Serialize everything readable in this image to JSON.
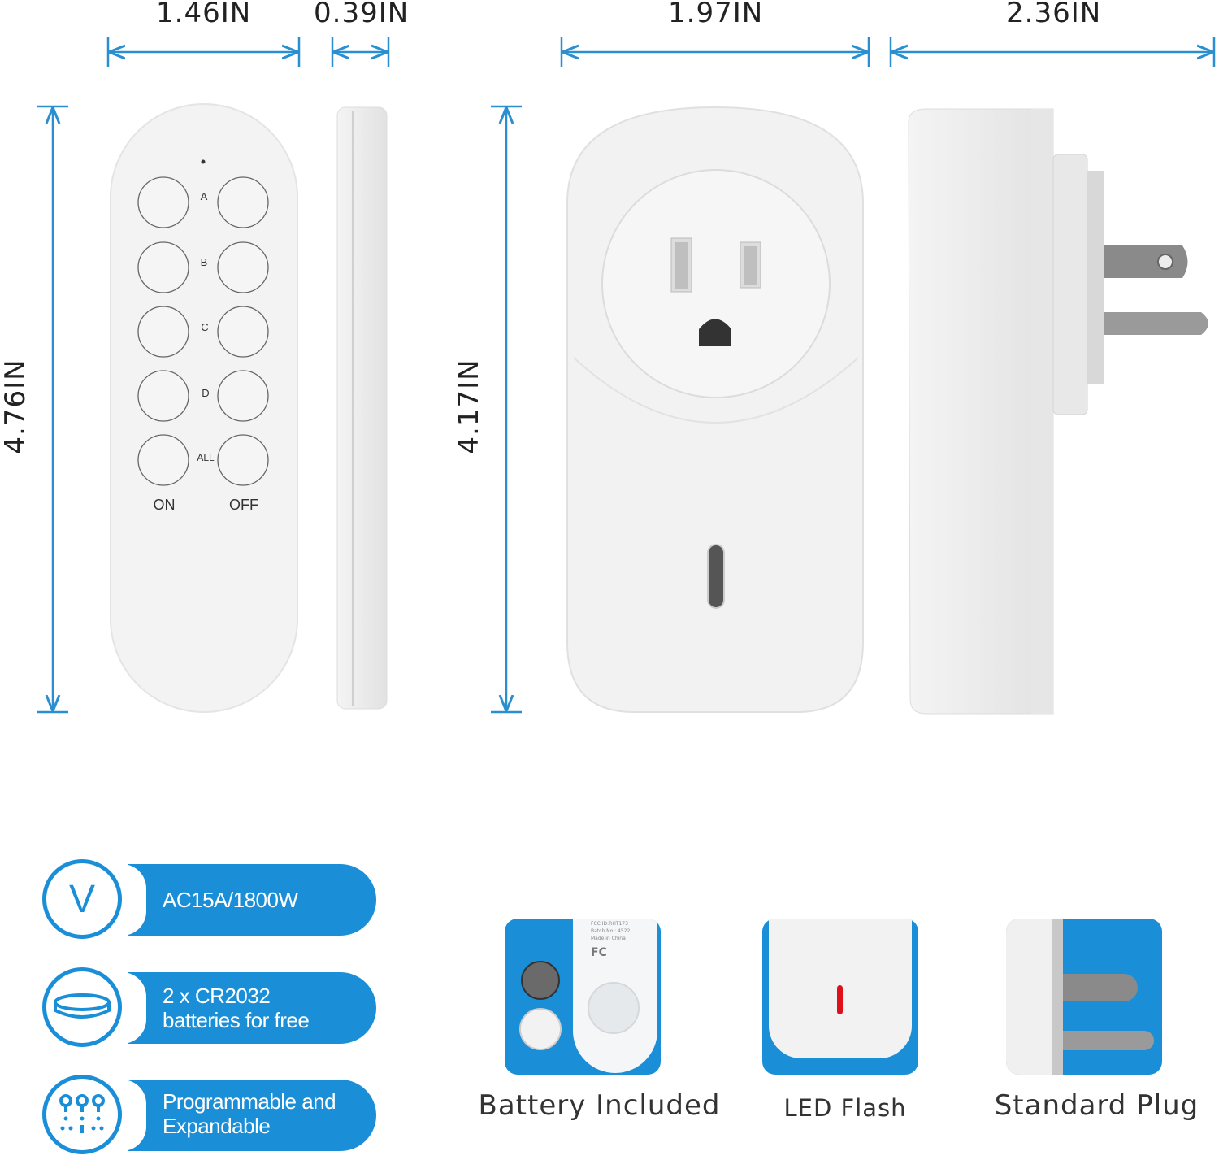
{
  "dimensions": {
    "remote_width": "1.46IN",
    "remote_depth": "0.39IN",
    "plug_width": "1.97IN",
    "plug_depth": "2.36IN",
    "remote_height": "4.76IN",
    "plug_height": "4.17IN"
  },
  "remote": {
    "rows": [
      "A",
      "B",
      "C",
      "D",
      "ALL"
    ],
    "on_label": "ON",
    "off_label": "OFF"
  },
  "features": [
    {
      "icon": "voltage-icon",
      "icon_text": "V",
      "line1": "AC15A/1800W",
      "line2": ""
    },
    {
      "icon": "coin-battery-icon",
      "line1": "2 x CR2032",
      "line2": "batteries for free"
    },
    {
      "icon": "network-nodes-icon",
      "line1": "Programmable and",
      "line2": "Expandable"
    }
  ],
  "highlights": [
    {
      "caption": "Battery Included",
      "label_lines": [
        "FCC ID:RHT173",
        "Batch No.: 4522",
        "Made in China"
      ],
      "fcc_mark": "FC"
    },
    {
      "caption": "LED Flash"
    },
    {
      "caption": "Standard Plug"
    }
  ],
  "colors": {
    "accent": "#1a8fd8",
    "led": "#e0101a"
  }
}
